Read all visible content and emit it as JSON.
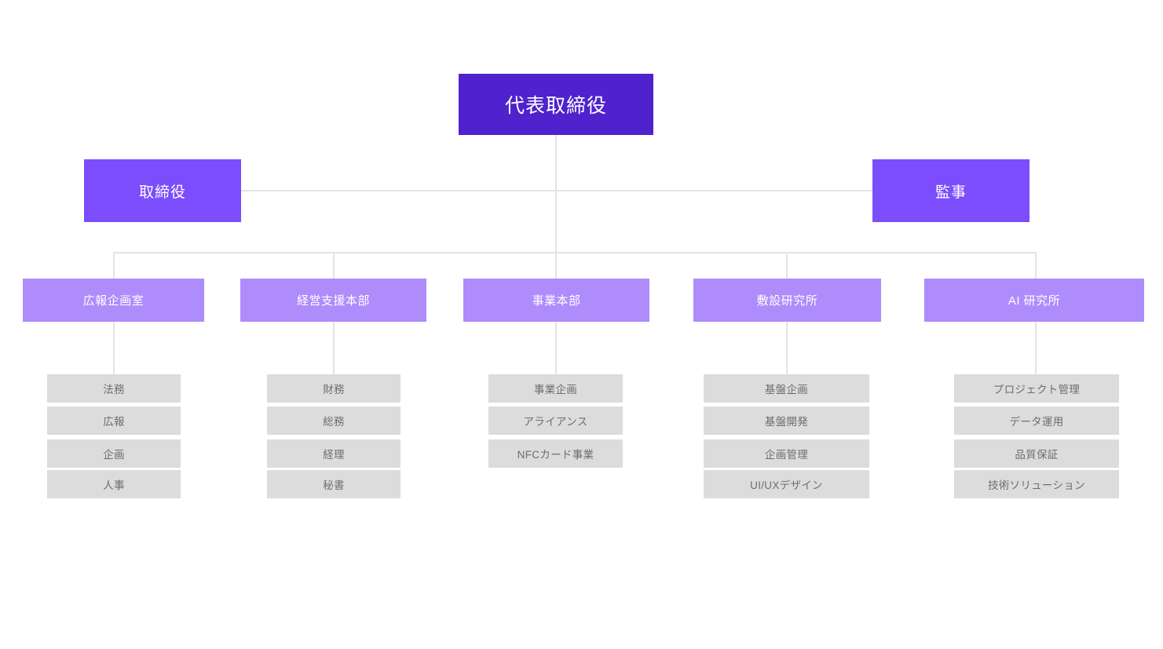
{
  "chart": {
    "type": "org-chart",
    "title": "",
    "colors": {
      "ceo": "#4f22ce",
      "executive": "#7b4dfd",
      "department": "#ae8cfb",
      "subunit": "#dcdcdc",
      "connector": "#e3e3e3",
      "subunit_text": "#6e6e6e",
      "node_text": "#ffffff",
      "background": "#ffffff"
    },
    "root": {
      "label": "代表取締役"
    },
    "executives": [
      {
        "label": "取締役",
        "side": "left"
      },
      {
        "label": "監事",
        "side": "right"
      }
    ],
    "departments": [
      {
        "label": "広報企画室",
        "children": [
          "法務",
          "広報",
          "企画",
          "人事"
        ]
      },
      {
        "label": "経営支援本部",
        "children": [
          "財務",
          "総務",
          "経理",
          "秘書"
        ]
      },
      {
        "label": "事業本部",
        "children": [
          "事業企画",
          "アライアンス",
          "NFCカード事業"
        ]
      },
      {
        "label": "敷設研究所",
        "children": [
          "基盤企画",
          "基盤開発",
          "企画管理",
          "UI/UXデザイン"
        ]
      },
      {
        "label": "AI 研究所",
        "children": [
          "プロジェクト管理",
          "データ運用",
          "品質保証",
          "技術ソリューション"
        ]
      }
    ]
  }
}
